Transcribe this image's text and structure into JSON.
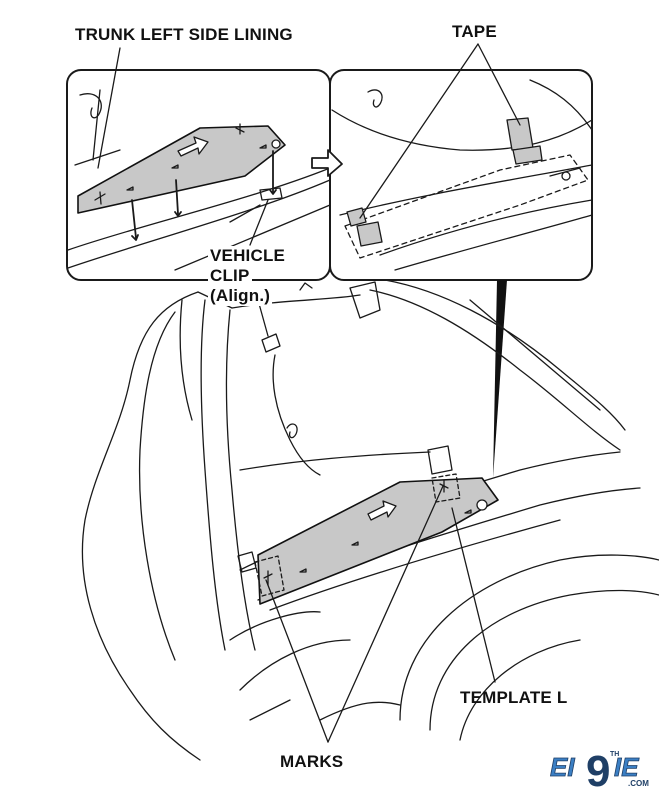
{
  "labels": {
    "trunk_lining": "TRUNK LEFT SIDE LINING",
    "tape": "TAPE",
    "vehicle": "VEHICLE",
    "clip": "CLIP",
    "align": "(Align.)",
    "template": "TEMPLATE L",
    "marks": "MARKS"
  },
  "logo": {
    "text_left": "EI",
    "text_mid": "9",
    "text_right": "IE",
    "superscript": "TH",
    "domain": ".COM"
  },
  "colors": {
    "line": "#1a1a1a",
    "template_fill": "#c8c8c8",
    "logo_blue": "#3b7fc4",
    "logo_dark": "#1f3f66"
  }
}
